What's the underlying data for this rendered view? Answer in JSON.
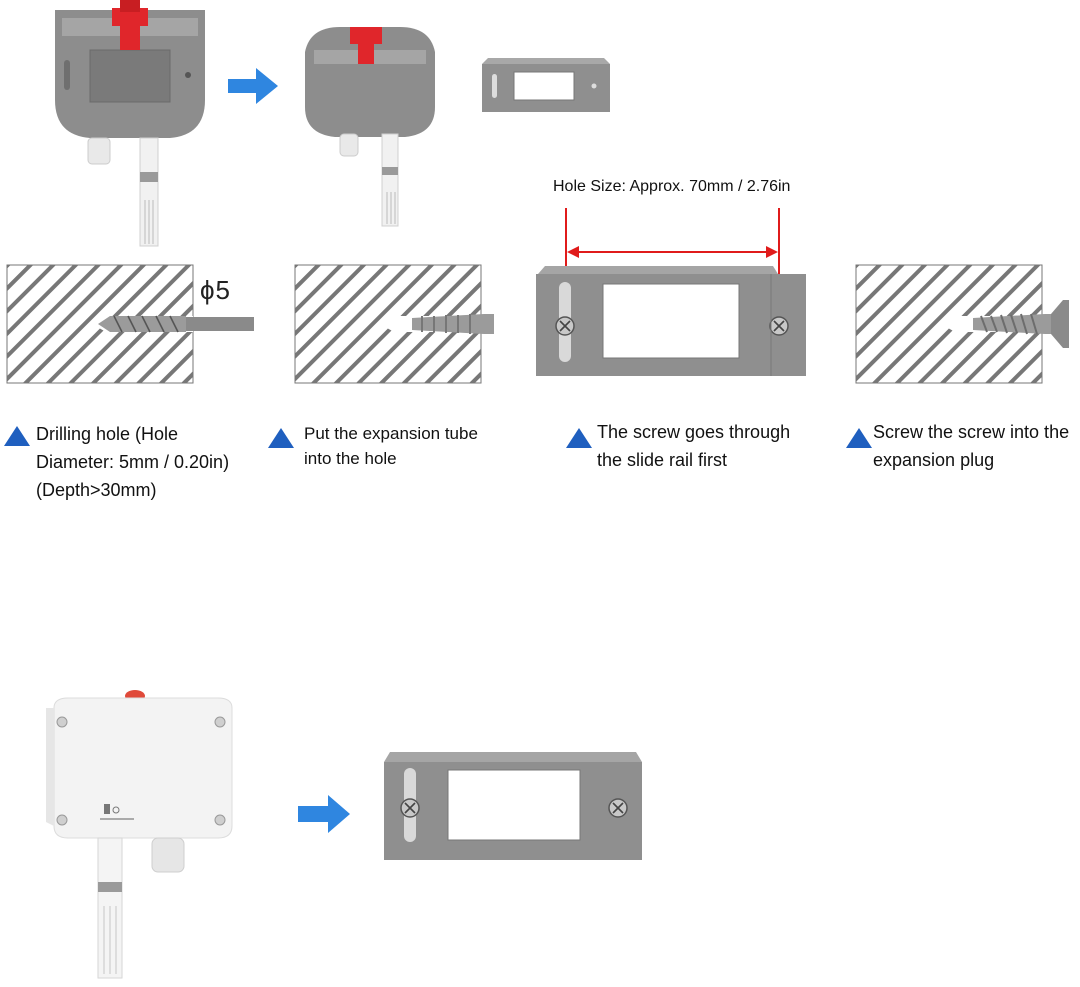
{
  "dimension": {
    "label": "Hole Size: Approx. 70mm / 2.76in"
  },
  "drill": {
    "diameter_label": "ϕ5"
  },
  "steps": [
    {
      "lines": [
        "Drilling hole (Hole",
        "Diameter: 5mm / 0.20in)",
        "(Depth>30mm)"
      ]
    },
    {
      "lines": [
        "Put the expansion tube",
        "into the hole"
      ]
    },
    {
      "lines": [
        "The screw goes through",
        "the slide rail first"
      ]
    },
    {
      "lines": [
        "Screw the screw into the",
        "expansion plug"
      ]
    }
  ],
  "icons": {
    "step_marker": "triangle-icon",
    "flow_arrow": "right-arrow-icon"
  },
  "colors": {
    "marker": "#1f5fbf",
    "arrow": "#2f86e0",
    "dimension": "#e01b1b",
    "device_gray": "#8a8a8a",
    "clip_red": "#e0262b"
  }
}
